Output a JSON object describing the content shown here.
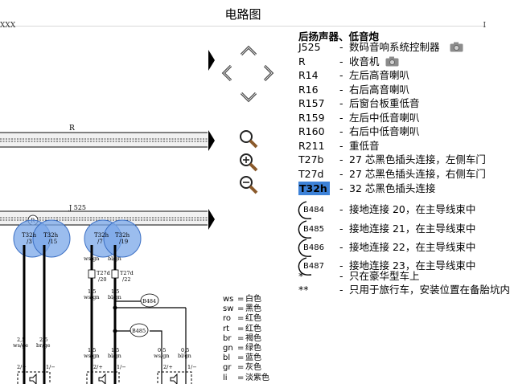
{
  "window": {
    "title": "电路图",
    "left_marker": "XXX",
    "right_marker": "I"
  },
  "diagram": {
    "label_r": "R",
    "label_j525": "J 525",
    "pins": [
      {
        "name": "T32h",
        "num": "/3"
      },
      {
        "name": "T32h",
        "num": "/15"
      },
      {
        "name": "T32h",
        "num": "/7"
      },
      {
        "name": "T32h",
        "num": "/19"
      }
    ],
    "wire_upper": [
      "ws/gn",
      "bl/gn"
    ],
    "connectors": [
      {
        "name": "T27d",
        "num": "/20"
      },
      {
        "name": "T27d",
        "num": "/22"
      }
    ],
    "mid_wires": [
      {
        "size": "1,5",
        "color": "ws/gn"
      },
      {
        "size": "1,5",
        "color": "bl/gn"
      }
    ],
    "ground_b484": "B484",
    "ground_b485": "B485",
    "bottom_wires": [
      {
        "size": "2,5",
        "color": "ws/ge"
      },
      {
        "size": "2,5",
        "color": "br/ge"
      },
      {
        "size": "1,5",
        "color": "ws/gn"
      },
      {
        "size": "1,5",
        "color": "bl/gn"
      },
      {
        "size": "0,5",
        "color": "ws/gn"
      },
      {
        "size": "0,5",
        "color": "bl/gn"
      }
    ],
    "terminals": [
      "2/+",
      "1/−",
      "2/+",
      "1/−",
      "2/+",
      "1/−"
    ]
  },
  "legend": {
    "heading": "后扬声器、低音炮",
    "items": [
      {
        "code": "J525",
        "desc": "数码音响系统控制器",
        "camera": true
      },
      {
        "code": "R",
        "desc": "收音机",
        "camera": true
      },
      {
        "code": "R14",
        "desc": "左后高音喇叭"
      },
      {
        "code": "R16",
        "desc": "右后高音喇叭"
      },
      {
        "code": "R157",
        "desc": "后窗台板重低音"
      },
      {
        "code": "R159",
        "desc": "左后中低音喇叭"
      },
      {
        "code": "R160",
        "desc": "右后中低音喇叭"
      },
      {
        "code": "R211",
        "desc": "重低音"
      },
      {
        "code": "T27b",
        "desc": "27 芯黑色插头连接，左侧车门"
      },
      {
        "code": "T27d",
        "desc": "27 芯黑色插头连接，右侧车门"
      },
      {
        "code": "T32h",
        "desc": "32 芯黑色插头连接",
        "highlight": true
      },
      {
        "code": "B484",
        "desc": "接地连接 20，在主导线束中",
        "ground": true
      },
      {
        "code": "B485",
        "desc": "接地连接 21，在主导线束中",
        "ground": true
      },
      {
        "code": "B486",
        "desc": "接地连接 22，在主导线束中",
        "ground": true
      },
      {
        "code": "B487",
        "desc": "接地连接 23，在主导线束中",
        "ground": true
      },
      {
        "code": "*",
        "desc": "只在豪华型车上"
      },
      {
        "code": "**",
        "desc": "只用于旅行车，安装位置在备胎坑内"
      }
    ]
  },
  "color_key": [
    {
      "abbr": "ws",
      "name": "白色"
    },
    {
      "abbr": "sw",
      "name": "黑色"
    },
    {
      "abbr": "ro",
      "name": "红色"
    },
    {
      "abbr": "rt",
      "name": "红色"
    },
    {
      "abbr": "br",
      "name": "褐色"
    },
    {
      "abbr": "gn",
      "name": "绿色"
    },
    {
      "abbr": "bl",
      "name": "蓝色"
    },
    {
      "abbr": "gr",
      "name": "灰色"
    },
    {
      "abbr": "li",
      "name": "淡紫色"
    }
  ],
  "tools": {
    "zoom_in": "zoom-in",
    "zoom_out": "zoom-out",
    "zoom_fit": "zoom-fit"
  },
  "colors": {
    "pin_fill": "#7aa7e8",
    "highlight": "#3d82d8"
  }
}
